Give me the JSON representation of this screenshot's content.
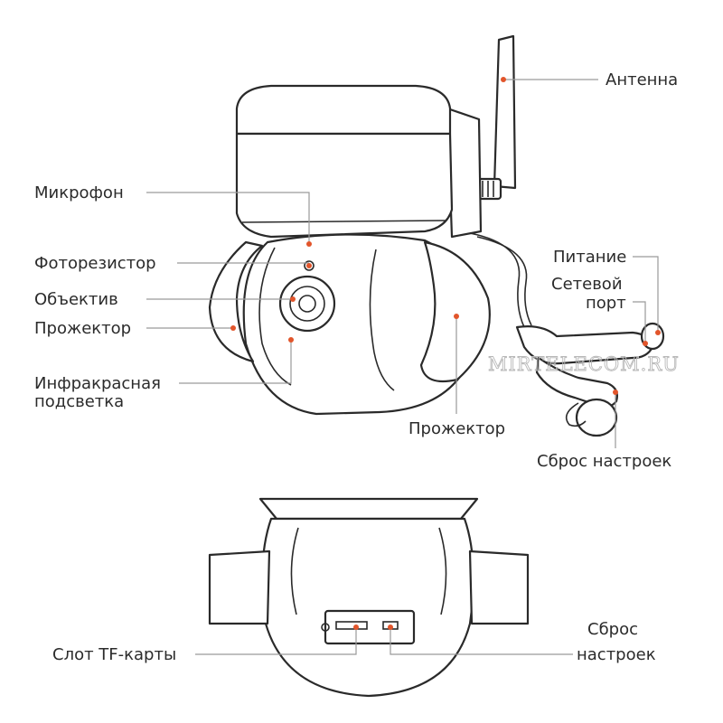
{
  "labels": {
    "antenna": "Антенна",
    "microphone": "Микрофон",
    "photoresistor": "Фоторезистор",
    "lens": "Объектив",
    "spotlight_left": "Прожектор",
    "ir_line1": "Инфракрасная",
    "ir_line2": "подсветка",
    "spotlight_right": "Прожектор",
    "power": "Питание",
    "network_line1": "Сетевой",
    "network_line2": "порт",
    "reset_top": "Сброс настроек",
    "tf_slot": "Слот TF-карты",
    "reset_bottom_line1": "Сброс",
    "reset_bottom_line2": "настроек"
  },
  "watermark": "MIRTELECOM.RU",
  "colors": {
    "marker": "#e2552b",
    "outline": "#2a2a2a",
    "leader_line": "#9a9a9a",
    "text": "#2b2b2b"
  }
}
